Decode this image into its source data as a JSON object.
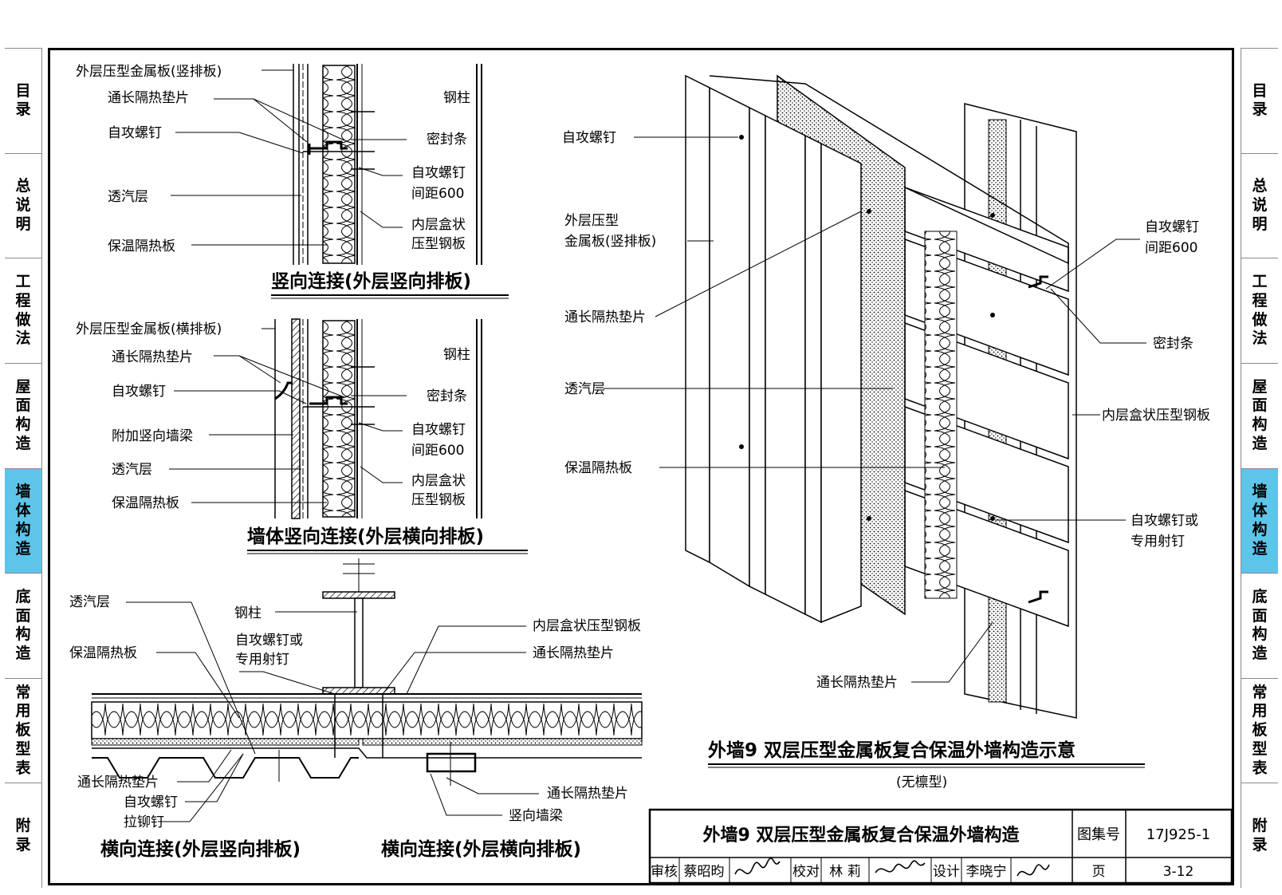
{
  "side_tabs": [
    {
      "label": "目录"
    },
    {
      "label": "总说明"
    },
    {
      "label": "工程做法"
    },
    {
      "label": "屋面构造"
    },
    {
      "label": "墙体构造",
      "active": true
    },
    {
      "label": "底面构造"
    },
    {
      "label": "常用板型表"
    },
    {
      "label": "附录"
    }
  ],
  "active_color": "#5fc4e9",
  "detail1": {
    "title": "竖向连接(外层竖向排板)",
    "labels": {
      "outer_panel": "外层压型金属板(竖排板)",
      "thermal_pad": "通长隔热垫片",
      "screw": "自攻螺钉",
      "vapor": "透汽层",
      "insulation": "保温隔热板",
      "column": "钢柱",
      "seal": "密封条",
      "screw_spacing_1": "自攻螺钉",
      "screw_spacing_2": "间距600",
      "inner_1": "内层盒状",
      "inner_2": "压型钢板"
    }
  },
  "detail2": {
    "title": "墙体竖向连接(外层横向排板)",
    "labels": {
      "outer_panel": "外层压型金属板(横排板)",
      "thermal_pad": "通长隔热垫片",
      "screw": "自攻螺钉",
      "beam": "附加竖向墙梁",
      "vapor": "透汽层",
      "insulation": "保温隔热板",
      "column": "钢柱",
      "seal": "密封条",
      "screw_spacing_1": "自攻螺钉",
      "screw_spacing_2": "间距600",
      "inner_1": "内层盒状",
      "inner_2": "压型钢板"
    }
  },
  "detail3": {
    "title_left": "横向连接(外层竖向排板)",
    "title_right": "横向连接(外层横向排板)",
    "labels": {
      "vapor": "透汽层",
      "insulation": "保温隔热板",
      "column": "钢柱",
      "screw_or_1": "自攻螺钉或",
      "screw_or_2": "专用射钉",
      "inner": "内层盒状压型钢板",
      "thermal_pad_r": "通长隔热垫片",
      "thermal_pad_l": "通长隔热垫片",
      "screw": "自攻螺钉",
      "rivet": "拉铆钉",
      "thermal_pad_b": "通长隔热垫片",
      "beam": "竖向墙梁"
    }
  },
  "iso": {
    "title": "外墙9  双层压型金属板复合保温外墙构造示意",
    "subtitle": "(无檩型)",
    "labels": {
      "screw": "自攻螺钉",
      "outer_1": "外层压型",
      "outer_2": "金属板(竖排板)",
      "thermal_pad": "通长隔热垫片",
      "vapor": "透汽层",
      "insulation": "保温隔热板",
      "spacing_1": "自攻螺钉",
      "spacing_2": "间距600",
      "seal": "密封条",
      "inner": "内层盒状压型钢板",
      "screw_or_1": "自攻螺钉或",
      "screw_or_2": "专用射钉",
      "thermal_pad_b": "通长隔热垫片"
    }
  },
  "title_block": {
    "name": "外墙9  双层压型金属板复合保温外墙构造",
    "atlas_label": "图集号",
    "atlas_no": "17J925-1",
    "review": "审核",
    "reviewer": "蔡昭昀",
    "check": "校对",
    "checker": "林  莉",
    "design": "设计",
    "designer": "李晓宁",
    "page_label": "页",
    "page_no": "3-12"
  }
}
